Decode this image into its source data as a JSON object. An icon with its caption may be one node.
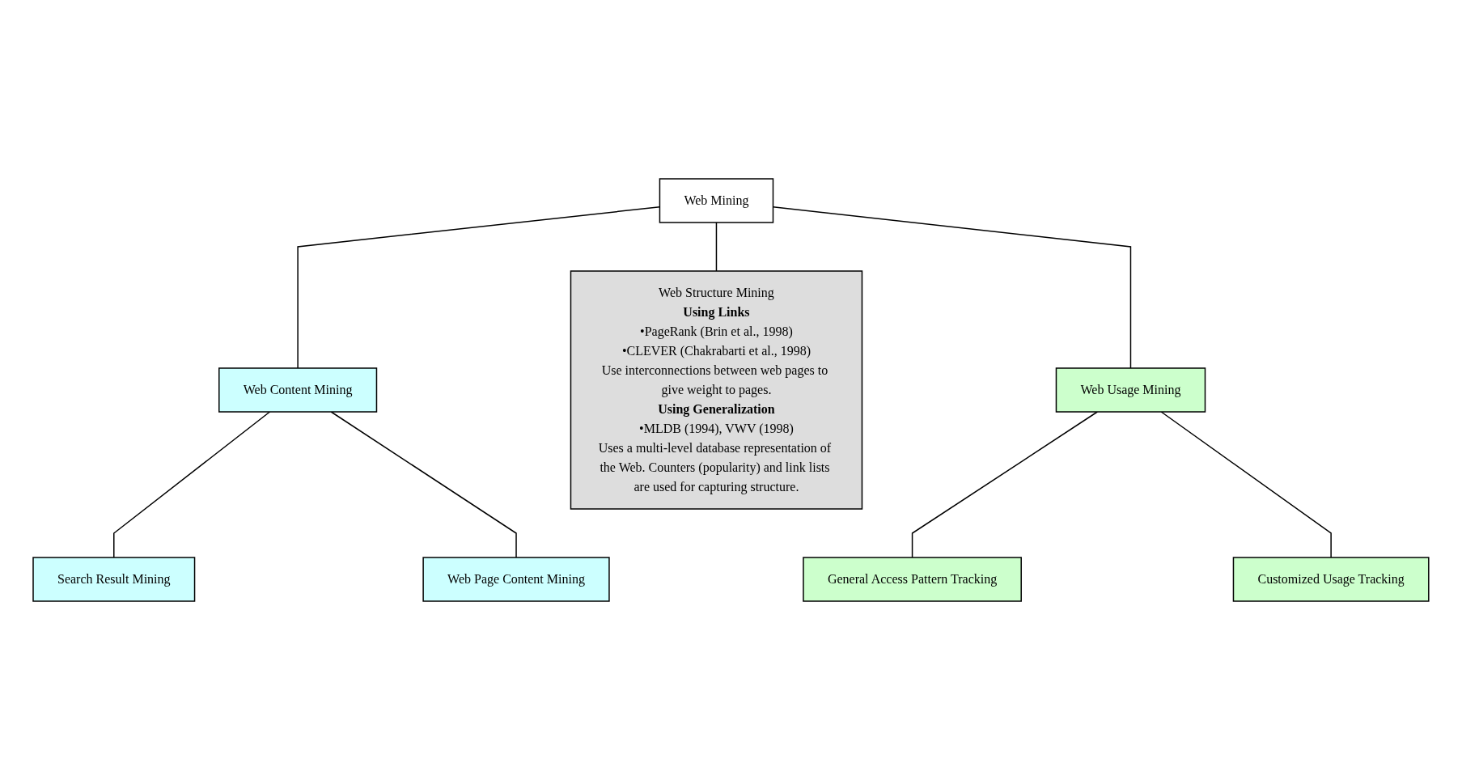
{
  "diagram": {
    "nodes": [
      {
        "text": [
          "Web Mining"
        ]
      },
      {
        "text": [
          "Web Content Mining"
        ]
      },
      {
        "text": [
          "Web Structure Mining",
          "Using Links",
          "•PageRank (Brin et al., 1998)",
          "•CLEVER (Chakrabarti et al., 1998)",
          "Use interconnections between web pages to give weight to pages.",
          "Using Generalization",
          "•MLDB (1994), VWV (1998)",
          "Uses a multi-level database representation of the Web. Counters (popularity) and link lists are used for capturing structure."
        ]
      },
      {
        "text": [
          "Web Usage Mining"
        ]
      },
      {
        "text": [
          "Search Result Mining"
        ]
      },
      {
        "text": [
          "General Access Pattern Tracking"
        ]
      },
      {
        "text": [
          "Web Page Content Mining"
        ]
      },
      {
        "text": [
          "Customized Usage Tracking"
        ]
      }
    ],
    "edges": [
      {
        "from": 0,
        "to": 1,
        "arrow": "none"
      },
      {
        "from": 0,
        "to": 2,
        "arrow": "none"
      },
      {
        "from": 0,
        "to": 3,
        "arrow": "none"
      },
      {
        "from": 1,
        "to": 4,
        "arrow": "none"
      },
      {
        "from": 1,
        "to": 6,
        "arrow": "none"
      },
      {
        "from": 3,
        "to": 5,
        "arrow": "none"
      },
      {
        "from": 3,
        "to": 7,
        "arrow": "none"
      }
    ]
  }
}
